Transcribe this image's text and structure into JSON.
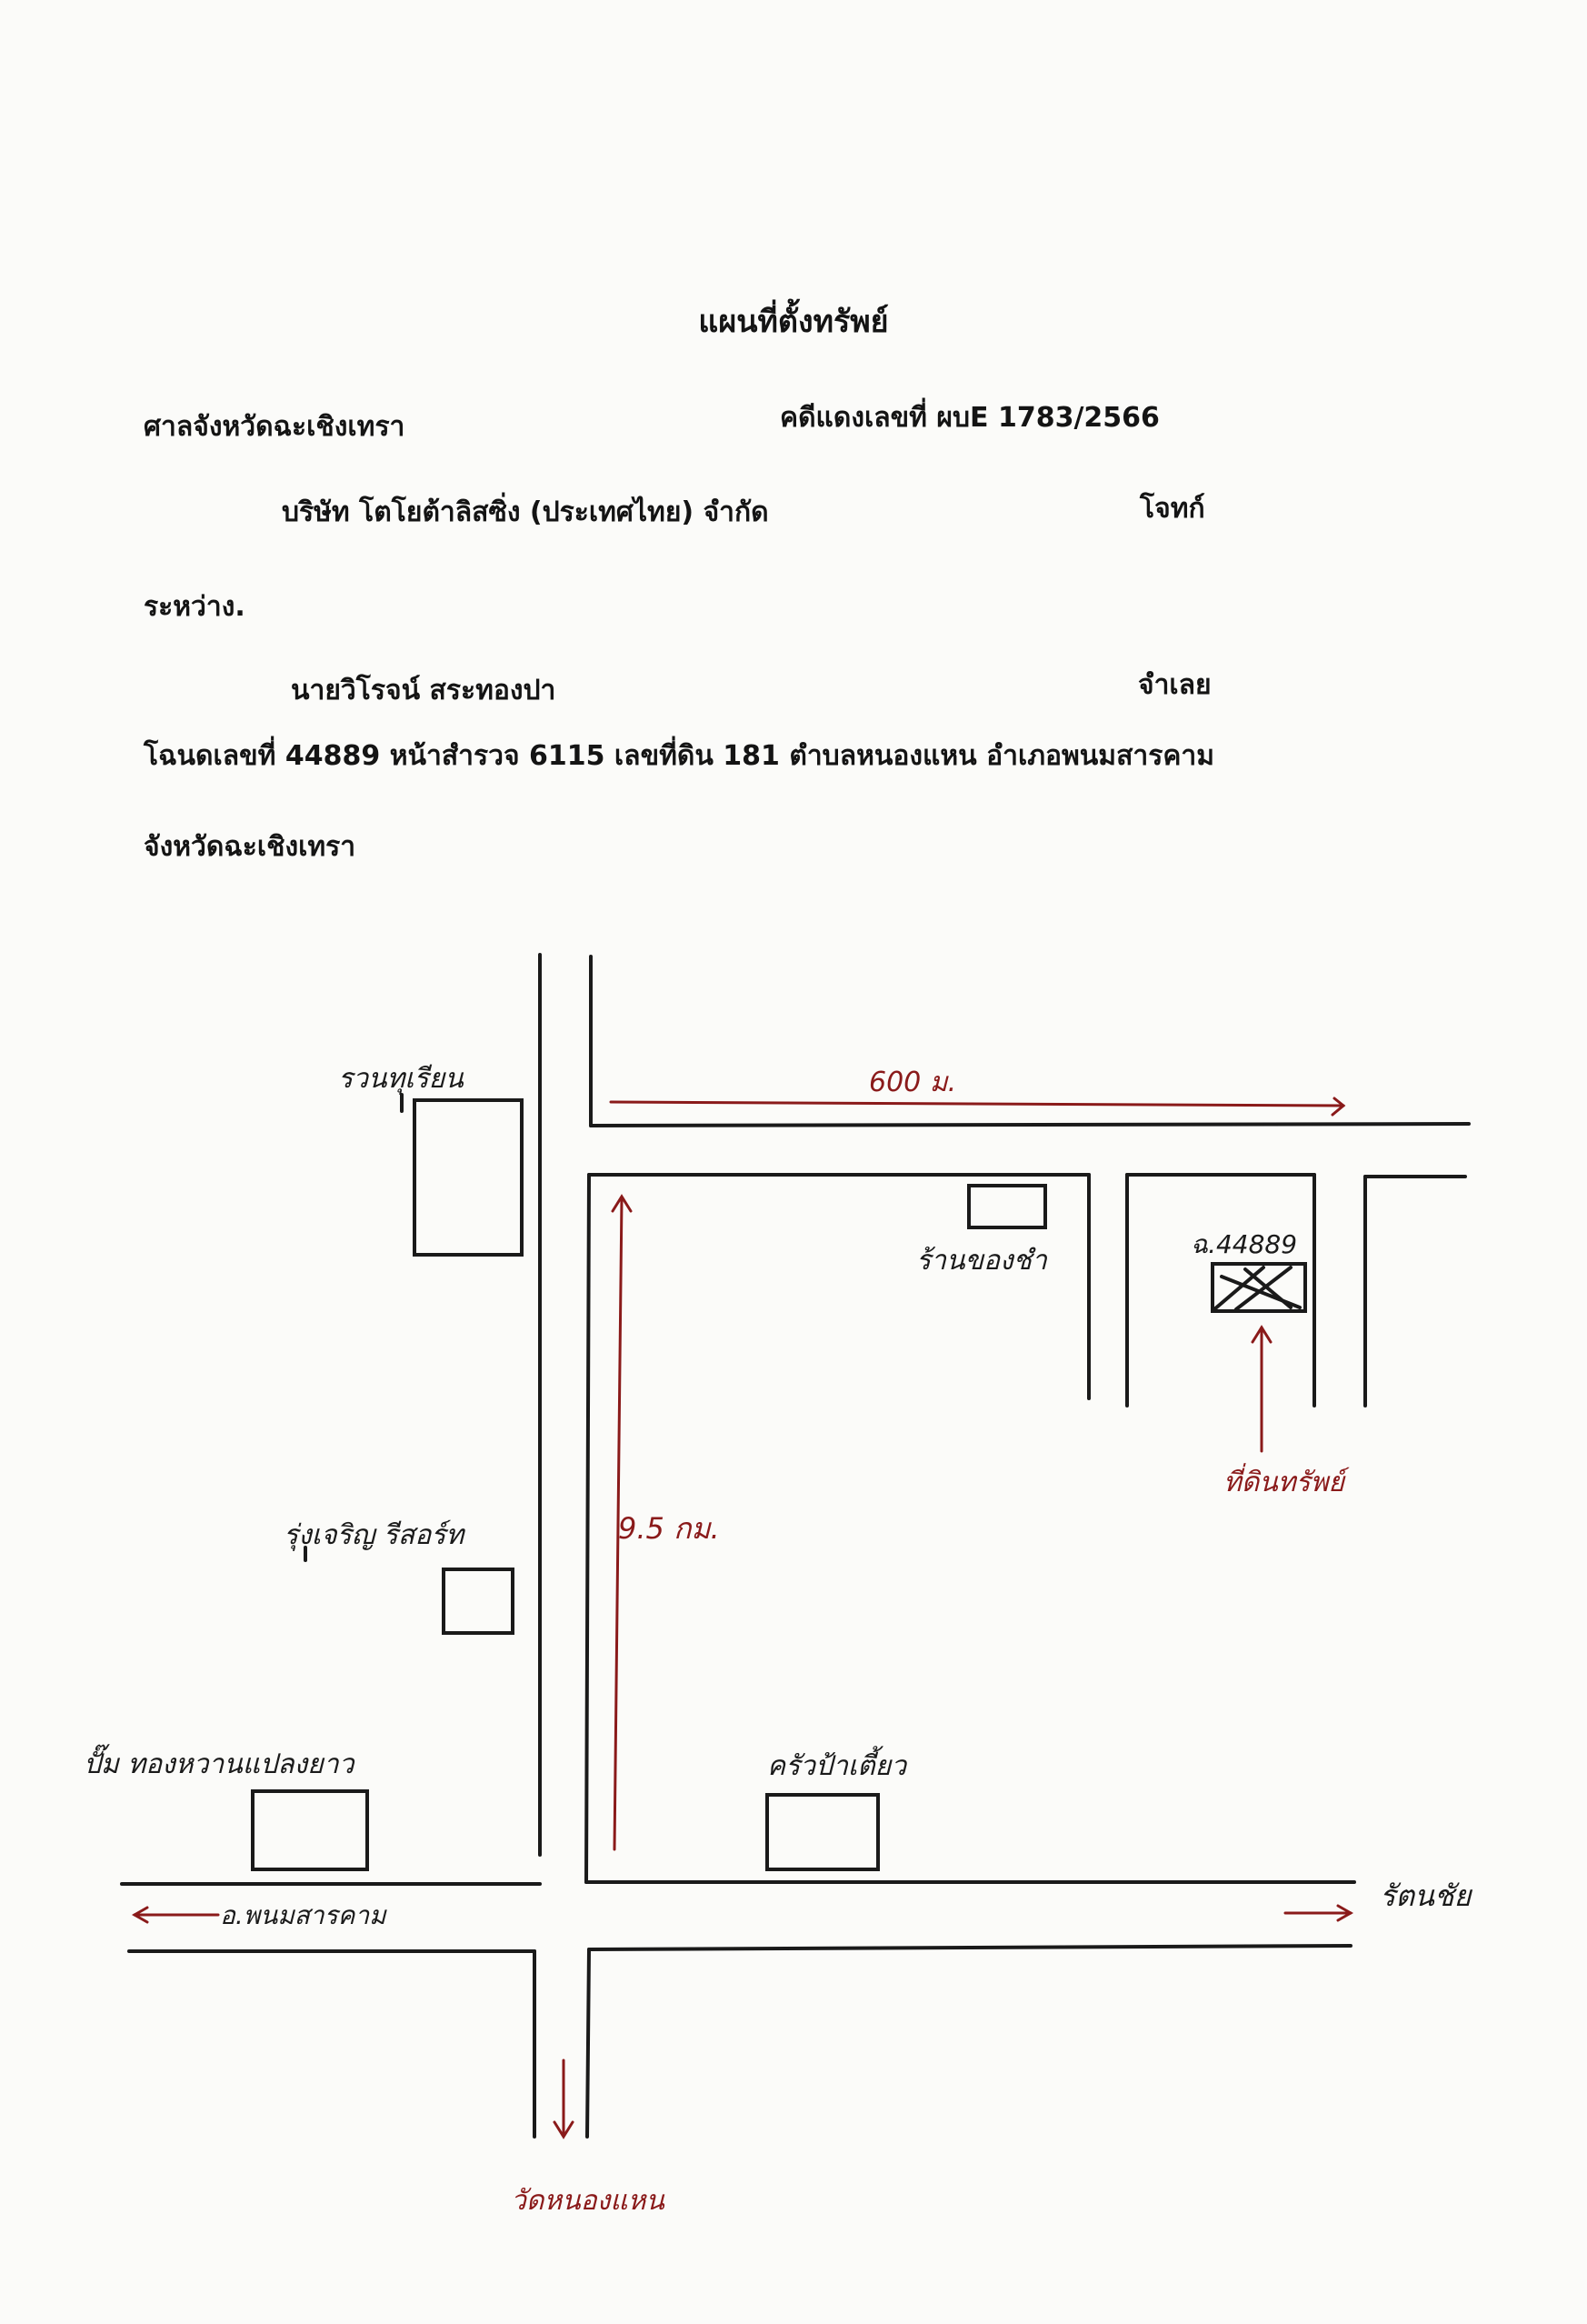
{
  "document": {
    "title": "แผนที่ตั้งทรัพย์",
    "court": "ศาลจังหวัดฉะเชิงเทรา",
    "case_label": "คดีแดงเลขที่ ผบE 1783/2566",
    "plaintiff_name": "บริษัท โตโยต้าลิสซิ่ง (ประเทศไทย) จำกัด",
    "plaintiff_role": "โจทก์",
    "between": "ระหว่าง.",
    "defendant_name": "นายวิโรจน์ สระทองปา",
    "defendant_role": "จำเลย",
    "deed_line": "โฉนดเลขที่ 44889 หน้าสำรวจ 6115  เลขที่ดิน  181  ตำบลหนองแหน  อำเภอพนมสารคาม",
    "province_line": "จังหวัดฉะเชิงเทรา"
  },
  "map": {
    "labels": {
      "top_left_building": "รวนทุเรียน",
      "distance_top": "600 ม.",
      "shop_top": "ร้านของชำ",
      "parcel": "ฉ.44889",
      "parcel_pointer": "ที่ดินทรัพย์",
      "left_mid_building": "รุ่งเจริญ รีสอร์ท",
      "distance_vertical": "9.5 กม.",
      "bottom_left_building": "ปั๊ม ทองหวานแปลงยาว",
      "bottom_mid_building": "ครัวป้าเตี้ยว",
      "road_left": "อ.พนมสารคาม",
      "road_right": "รัตนชัย",
      "road_bottom": "วัดหนองแหน"
    },
    "colors": {
      "ink": "#1a1a1a",
      "red_ink": "#8a1a1a"
    }
  }
}
